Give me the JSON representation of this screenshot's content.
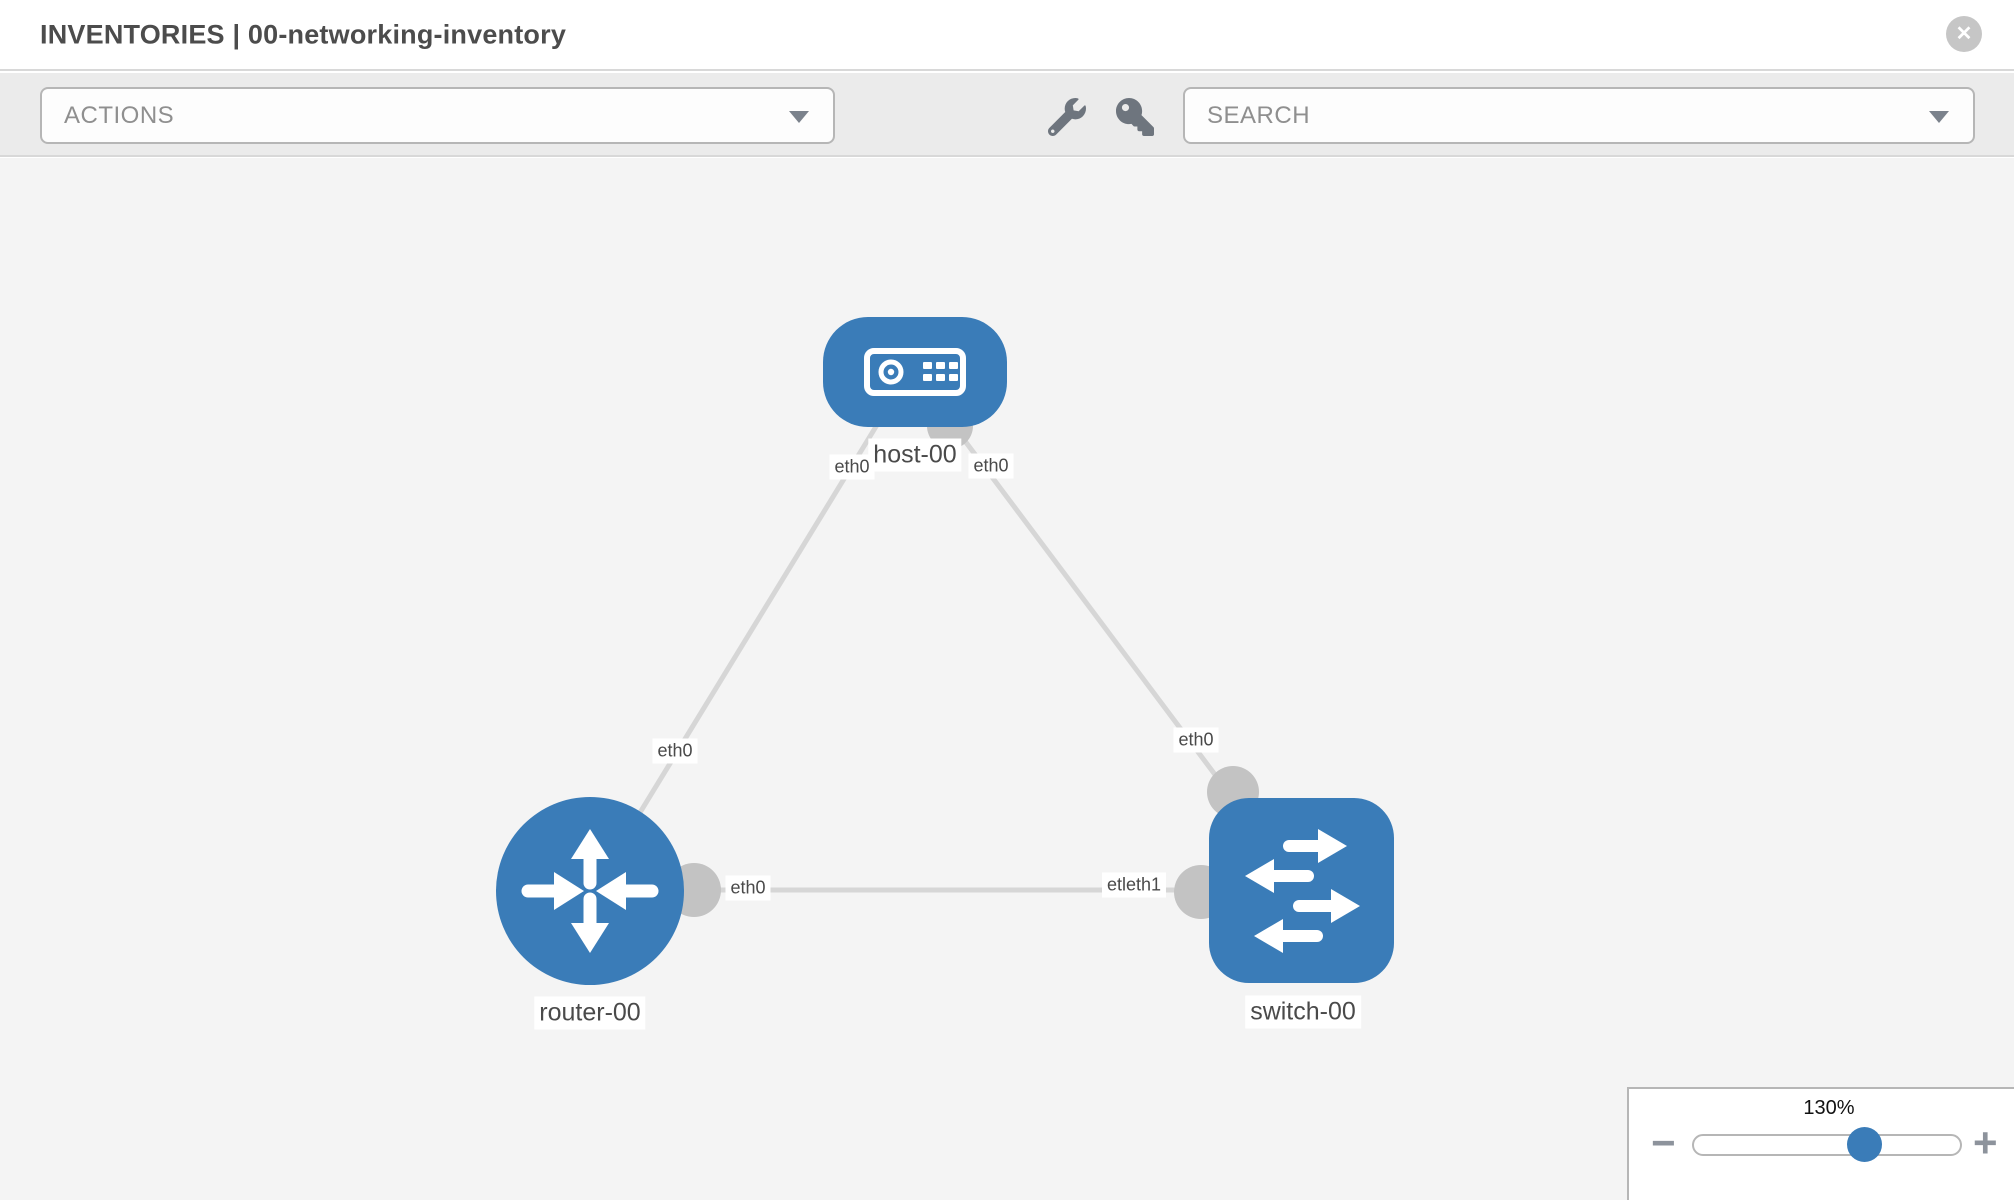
{
  "header": {
    "title": "INVENTORIES | 00-networking-inventory",
    "close_icon": "✕"
  },
  "toolbar": {
    "actions_placeholder": "ACTIONS",
    "search_placeholder": "SEARCH",
    "icons": [
      "wrench-icon",
      "key-icon"
    ]
  },
  "canvas": {
    "nodes": [
      {
        "id": "host-00",
        "label": "host-00",
        "type": "host"
      },
      {
        "id": "router-00",
        "label": "router-00",
        "type": "router"
      },
      {
        "id": "switch-00",
        "label": "switch-00",
        "type": "switch"
      }
    ],
    "links": [
      {
        "from": "host-00",
        "from_if": "eth0",
        "to": "router-00",
        "to_if": "eth0"
      },
      {
        "from": "host-00",
        "from_if": "eth0",
        "to": "switch-00",
        "to_if": "eth0"
      },
      {
        "from": "router-00",
        "from_if": "eth0",
        "to": "switch-00",
        "to_if": "eth1",
        "to_if_display": "etleth1"
      }
    ]
  },
  "zoom_control": {
    "level_label": "130%",
    "percent": 130,
    "minus_label": "−",
    "plus_label": "+"
  },
  "colors": {
    "node_blue": "#3a7cb8",
    "link_gray": "#d6d6d6",
    "interface_gray": "#c3c3c3",
    "toolbar_bg": "#ebebeb",
    "canvas_bg": "#f4f4f4"
  }
}
